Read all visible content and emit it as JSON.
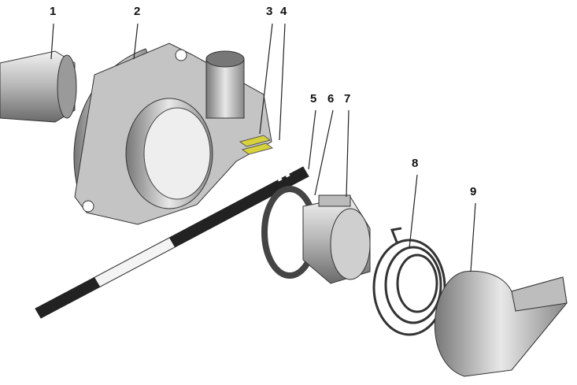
{
  "labels": [
    "1",
    "2",
    "3",
    "4",
    "5",
    "6",
    "7",
    "8",
    "9"
  ],
  "colors": {
    "metal_light": "#d9d9d9",
    "metal_mid": "#a8a8a8",
    "metal_dark": "#555555",
    "contacts": "#d8d23a",
    "strip": "#222222"
  }
}
